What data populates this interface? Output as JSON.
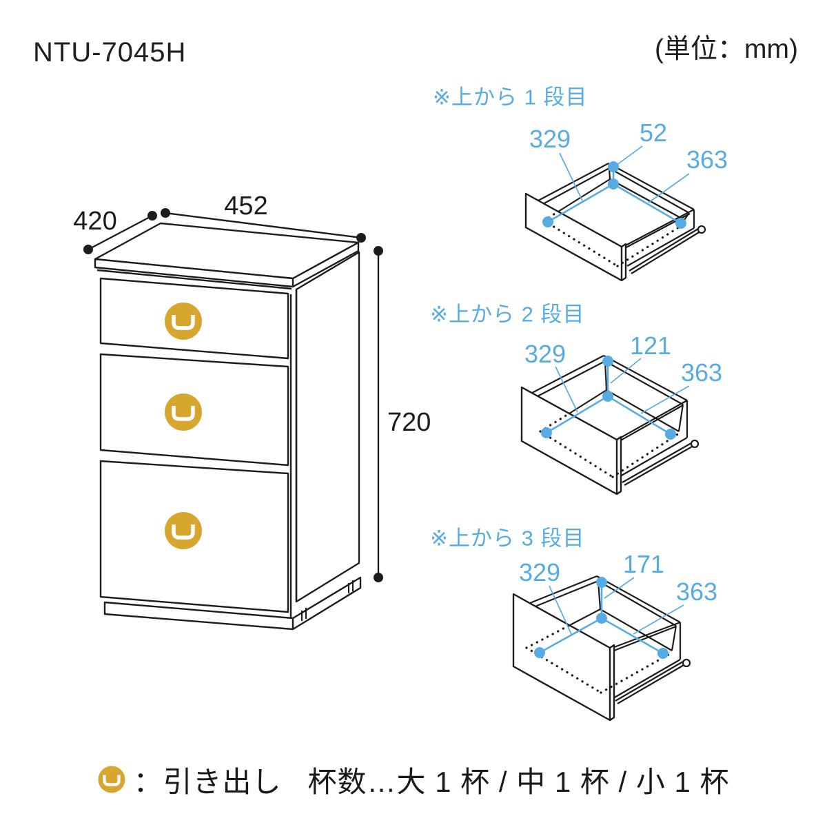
{
  "page": {
    "title": "NTU-7045H",
    "unit_note": "(単位：mm)"
  },
  "colors": {
    "line": "#1c1c1c",
    "dimension_blue": "#57abe3",
    "handle_gold": "#d6a62f"
  },
  "cabinet": {
    "width": "452",
    "depth": "420",
    "height": "720",
    "drawer_count": 3
  },
  "drawer_details": [
    {
      "caption": "※上から 1 段目",
      "dim_left": "329",
      "dim_top": "52",
      "dim_right": "363"
    },
    {
      "caption": "※上から 2 段目",
      "dim_left": "329",
      "dim_top": "121",
      "dim_right": "363"
    },
    {
      "caption": "※上から 3 段目",
      "dim_left": "329",
      "dim_top": "171",
      "dim_right": "363"
    }
  ],
  "legend": {
    "label": "：引き出し",
    "counts": "杯数…大 1 杯 / 中 1 杯 / 小 1 杯"
  }
}
